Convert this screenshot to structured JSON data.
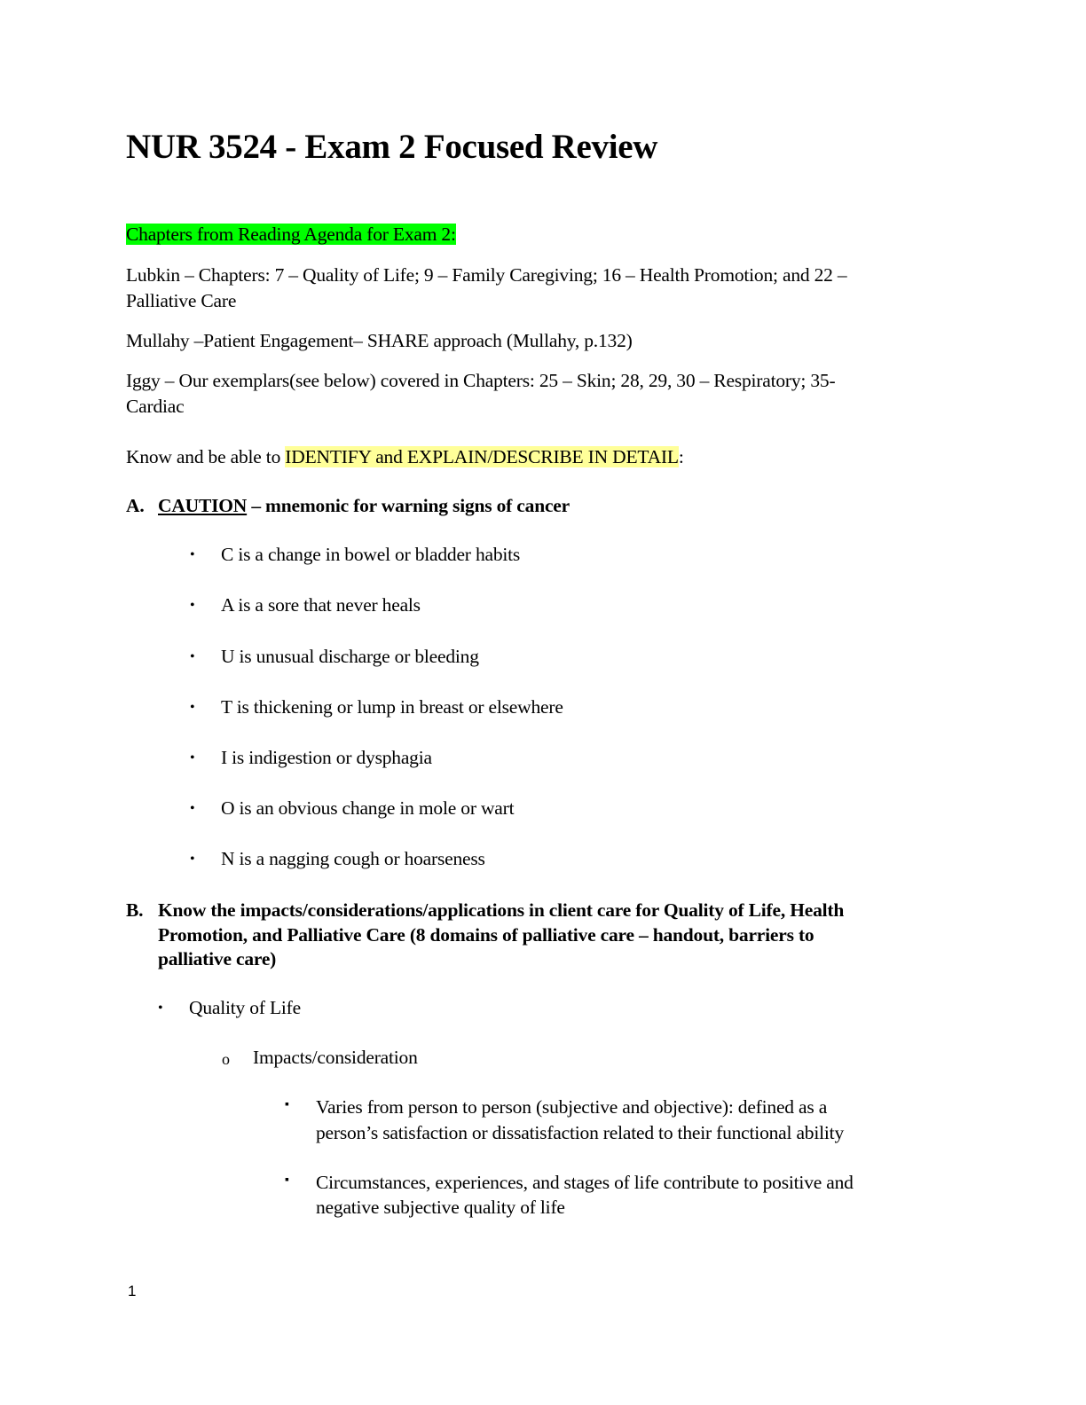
{
  "document": {
    "title": "NUR 3524 - Exam 2 Focused Review",
    "page_number": "1",
    "highlight_colors": {
      "green": "#00ff00",
      "yellow": "#ffff99"
    }
  },
  "reading_agenda": {
    "heading": "Chapters from Reading Agenda for Exam 2:",
    "lubkin": {
      "line1": "Lubkin – Chapters: 7 – Quality of Life; 9 – Family Caregiving; 16 – Health Promotion; and 22 –",
      "line2": "Palliative Care"
    },
    "mullahy": "Mullahy –Patient Engagement– SHARE approach (Mullahy, p.132)",
    "iggy": {
      "line1": "Iggy – Our exemplars(see below)  covered in Chapters: 25 – Skin; 28, 29, 30 – Respiratory; 35-",
      "line2": "Cardiac"
    }
  },
  "instruction": {
    "prefix": "Know and be able to ",
    "highlighted": "IDENTIFY and EXPLAIN/DESCRIBE IN DETAIL",
    "suffix": ":"
  },
  "section_a": {
    "letter": "A.",
    "keyword": "CAUTION",
    "rest": " – mnemonic for warning signs of cancer",
    "items": [
      "C is a change in bowel or bladder habits",
      "A is a sore that never heals",
      "U is unusual discharge or bleeding",
      "T is  thickening or lump in breast or elsewhere",
      "I is indigestion or dysphagia",
      "O is an obvious change in mole or wart",
      "N is a nagging cough or hoarseness"
    ]
  },
  "section_b": {
    "letter": "B.",
    "heading_lines": [
      "Know the impacts/considerations/applications in client care for Quality of Life, Health",
      "Promotion, and Palliative Care (8 domains of palliative care – handout, barriers to",
      "palliative care)"
    ],
    "topics": [
      {
        "label": "Quality of Life",
        "subsections": [
          {
            "label": "Impacts/consideration",
            "points": [
              {
                "line1": "Varies from person to person (subjective and objective): defined as a",
                "line2": "person’s satisfaction or dissatisfaction related to their functional ability"
              },
              {
                "line1": "Circumstances, experiences, and stages of life contribute to positive and",
                "line2": "negative subjective quality of life"
              }
            ]
          }
        ]
      }
    ]
  },
  "bullets": {
    "level1": "•",
    "level2": "o",
    "level3": "▪"
  }
}
